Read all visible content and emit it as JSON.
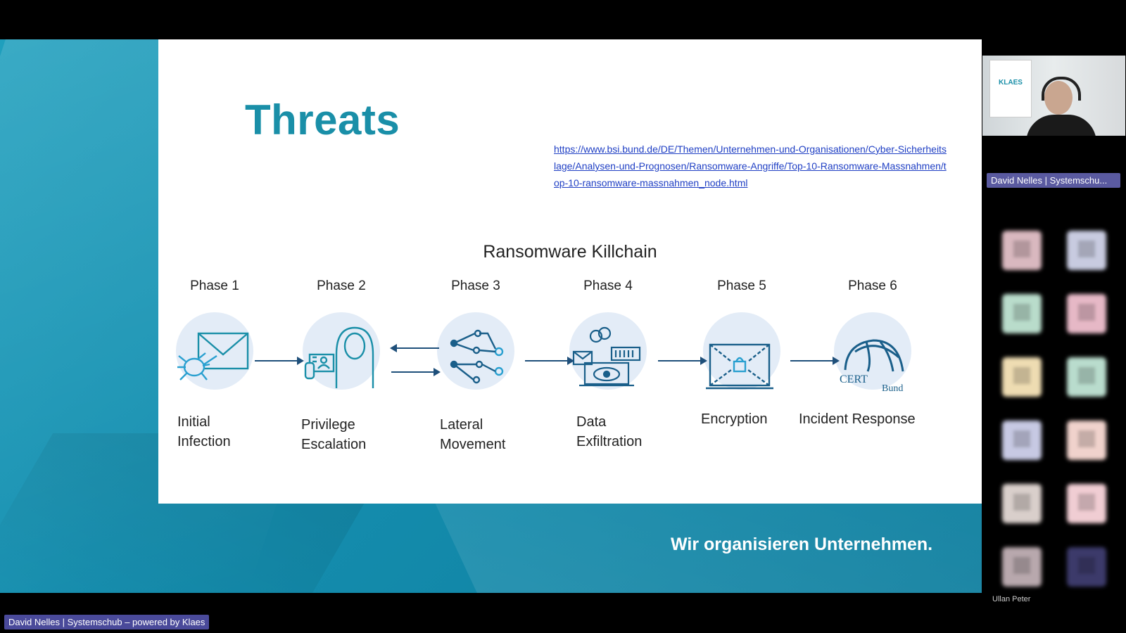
{
  "slide": {
    "title": "Threats",
    "link": "https://www.bsi.bund.de/DE/Themen/Unternehmen-und-Organisationen/Cyber-Sicherheitslage/Analysen-und-Prognosen/Ransomware-Angriffe/Top-10-Ransomware-Massnahmen/top-10-ransomware-massnahmen_node.html",
    "killchain_title": "Ransomware Killchain",
    "phases": [
      {
        "label": "Phase 1",
        "name_line1": "Initial",
        "name_line2": "Infection",
        "icon": "envelope-bug-icon"
      },
      {
        "label": "Phase 2",
        "name_line1": "Privilege",
        "name_line2": "Escalation",
        "icon": "hooded-user-badge-icon"
      },
      {
        "label": "Phase 3",
        "name_line1": "Lateral",
        "name_line2": "Movement",
        "icon": "network-nodes-icon"
      },
      {
        "label": "Phase 4",
        "name_line1": "Data",
        "name_line2": "Exfiltration",
        "icon": "laptop-eye-icon"
      },
      {
        "label": "Phase 5",
        "name_line1": "Encryption",
        "name_line2": "",
        "icon": "laptop-lock-chain-icon"
      },
      {
        "label": "Phase 6",
        "name_line1": "Incident Response",
        "name_line2": "",
        "icon": "cert-bund-globe-icon"
      }
    ],
    "cert_logo_text": "CERT",
    "cert_logo_subtext": "Bund",
    "tagline": "Wir organisieren Unternehmen."
  },
  "meeting": {
    "speaker_brand": "KLAES",
    "speaker_chip": "David Nelles | Systemschu...",
    "presenter_chip": "David Nelles | Systemschub – powered by Klaes",
    "participant_caption": "Ullan Peter",
    "tile_colors": [
      "#d9b8bf",
      "#c8cbe0",
      "#b9dccb",
      "#e6b8c6",
      "#eedcb2",
      "#b9dccd",
      "#c7c9e3",
      "#f0d2cc",
      "#d9cfcb",
      "#f0cdd3",
      "#b8a8ad",
      "#3c3a6a"
    ]
  }
}
